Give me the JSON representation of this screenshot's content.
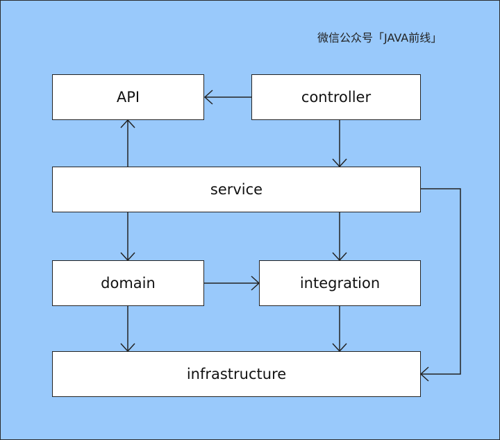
{
  "watermark": "微信公众号「JAVA前线」",
  "nodes": {
    "api": "API",
    "controller": "controller",
    "service": "service",
    "domain": "domain",
    "integration": "integration",
    "infrastructure": "infrastructure"
  },
  "colors": {
    "background": "#99c9fb",
    "box_fill": "#ffffff",
    "line": "#222222"
  }
}
